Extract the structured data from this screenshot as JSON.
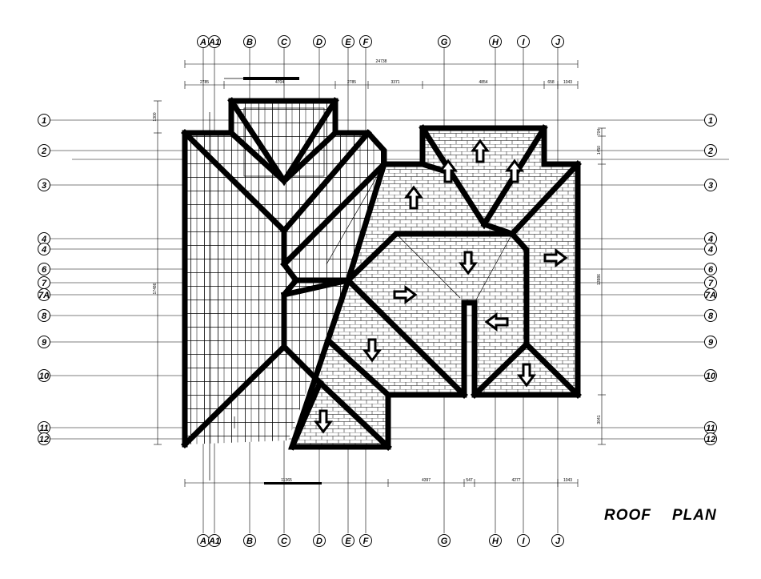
{
  "title_words": [
    "ROOF",
    "PLAN"
  ],
  "grid": {
    "columns": [
      "A",
      "A1",
      "B",
      "C",
      "D",
      "E",
      "F",
      "G",
      "H",
      "I",
      "J"
    ],
    "rows": [
      "1",
      "2",
      "3",
      "4",
      "4",
      "6",
      "7",
      "7A",
      "8",
      "9",
      "10",
      "11",
      "12"
    ]
  },
  "dimensions": {
    "overall_top": "24738",
    "top_chain": [
      "2785",
      "4704",
      "2785",
      "3371",
      "4854",
      "658",
      "1043"
    ],
    "bottom_chain": [
      "11365",
      "4397",
      "547",
      "4277",
      "1043"
    ],
    "left_side": [
      "1300",
      "17486"
    ],
    "right_side": [
      "704",
      "1450",
      "13986",
      "3041"
    ]
  },
  "colors": {
    "ink": "#000000",
    "paper": "#ffffff"
  }
}
